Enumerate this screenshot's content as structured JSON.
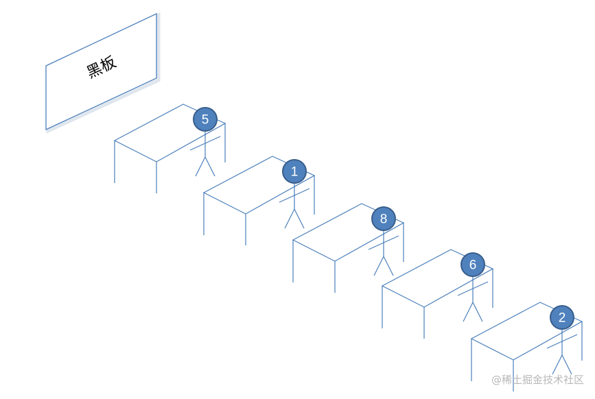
{
  "blackboard": {
    "label": "黑板"
  },
  "students": [
    {
      "number": "5"
    },
    {
      "number": "1"
    },
    {
      "number": "8"
    },
    {
      "number": "6"
    },
    {
      "number": "2"
    }
  ],
  "colors": {
    "line": "#4a7ebb",
    "head_fill": "#4f81bd",
    "head_stroke": "#385d8a"
  },
  "watermark": "@稀土掘金技术社区"
}
